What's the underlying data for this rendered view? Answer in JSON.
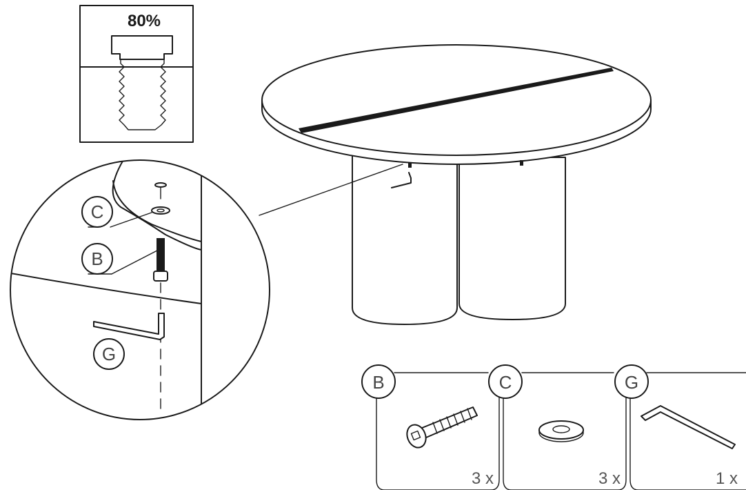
{
  "depth_inset": {
    "percent_label": "80%"
  },
  "detail_callout": {
    "labels": {
      "washer": "C",
      "bolt": "B",
      "allen_key": "G"
    }
  },
  "parts_panel": {
    "items": [
      {
        "letter": "B",
        "quantity": "3 x",
        "icon": "bolt-icon"
      },
      {
        "letter": "C",
        "quantity": "3 x",
        "icon": "washer-icon"
      },
      {
        "letter": "G",
        "quantity": "1 x",
        "icon": "allen-key-icon"
      }
    ]
  },
  "colors": {
    "line": "#1a1a1a",
    "background": "#ffffff",
    "label": "#444444"
  }
}
